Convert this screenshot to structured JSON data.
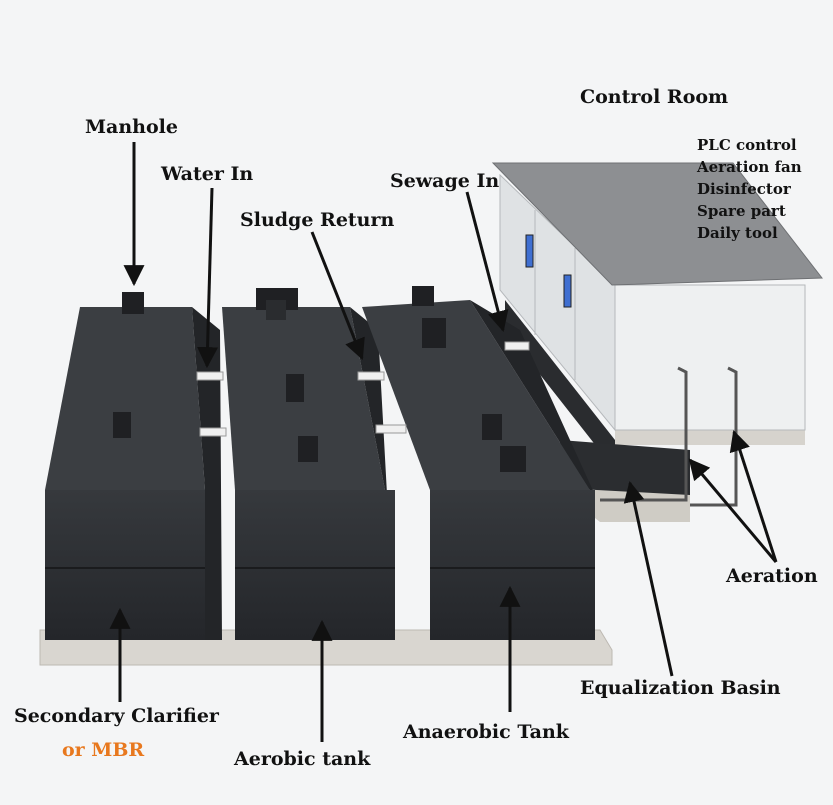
{
  "labels": {
    "manhole": "Manhole",
    "water_in": "Water In",
    "sludge_return": "Sludge Return",
    "sewage_in": "Sewage In",
    "control_room": "Control Room",
    "control_items": [
      "PLC control",
      "Aeration fan",
      "Disinfector",
      "Spare part",
      "Daily tool"
    ],
    "aeration": "Aeration",
    "equalization_basin": "Equalization Basin",
    "secondary_clarifier": "Secondary Clarifier",
    "or_mbr": "or MBR",
    "aerobic_tank": "Aerobic tank",
    "anaerobic_tank": "Anaerobic Tank"
  },
  "colors": {
    "tank": "#2e3033",
    "tank_top": "#3b3e42",
    "room_roof": "#8d8f92",
    "room_wall": "#eef0f1",
    "base": "#d9d6d0",
    "accent": "#e8781e",
    "window": "#3f6fd1"
  }
}
